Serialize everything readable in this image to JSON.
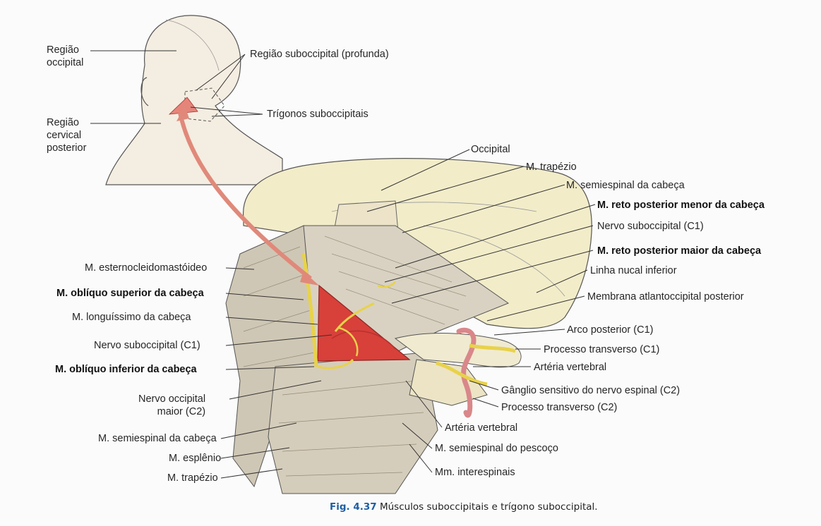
{
  "inset_labels": {
    "regiao_occipital": "Região\noccipital",
    "regiao_suboccipital": "Região suboccipital (profunda)",
    "regiao_cervical": "Região\ncervical\nposterior",
    "trigonos": "Trígonos suboccipitais"
  },
  "right_labels": {
    "occipital": "Occipital",
    "trapezio": "M. trapézio",
    "semiespinal_cabeca": "M. semiespinal da cabeça",
    "reto_menor": "M. reto posterior menor da cabeça",
    "nervo_suboccipital": "Nervo suboccipital (C1)",
    "reto_maior": "M. reto posterior maior da cabeça",
    "linha_nucal": "Linha nucal inferior",
    "membrana": "Membrana atlantoccipital posterior",
    "arco_posterior": "Arco posterior (C1)",
    "processo_c1": "Processo transverso (C1)",
    "arteria_vertebral": "Artéria vertebral",
    "ganglio": "Gânglio sensitivo do nervo espinal (C2)",
    "processo_c2": "Processo transverso (C2)"
  },
  "left_labels": {
    "esternocleido": "M. esternocleidomastóideo",
    "obliquo_superior": "M. oblíquo superior da cabeça",
    "longuissimo": "M. longuíssimo da cabeça",
    "nervo_suboccipital": "Nervo suboccipital (C1)",
    "obliquo_inferior": "M. oblíquo inferior da cabeça",
    "nervo_occipital": "Nervo occipital\nmaior (C2)",
    "semiespinal_cabeca": "M. semiespinal da cabeça",
    "esplenio": "M. esplênio",
    "trapezio": "M. trapézio"
  },
  "bottom_labels": {
    "arteria_vertebral": "Artéria vertebral",
    "semiespinal_pescoco": "M. semiespinal do pescoço",
    "interespinais": "Mm. interespinais"
  },
  "caption": {
    "number": "Fig. 4.37",
    "text": "Músculos suboccipitais e trígono suboccipital."
  },
  "colors": {
    "bone": "#f2ecc9",
    "muscle": "#d9d2c2",
    "triangle": "#d8403a",
    "nerve": "#e8d24a",
    "artery": "#d9878a",
    "arrow": "#e0897a"
  }
}
